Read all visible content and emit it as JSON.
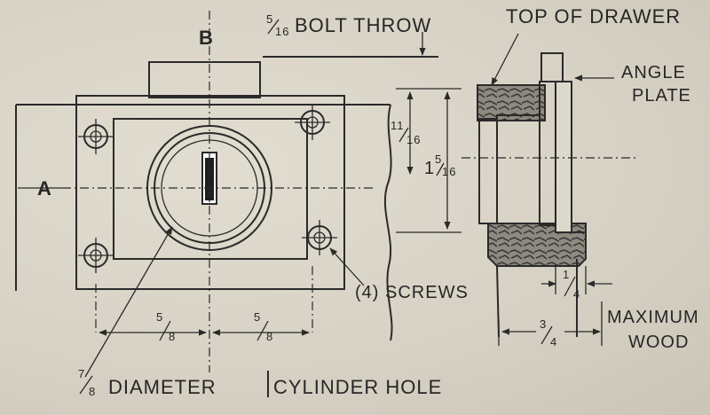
{
  "labels": {
    "bolt_throw": "BOLT THROW",
    "bolt_throw_frac": {
      "num": "5",
      "den": "16"
    },
    "top_of_drawer": "TOP OF DRAWER",
    "angle": "ANGLE",
    "plate": "PLATE",
    "b": "B",
    "a": "A",
    "dim_11_16": {
      "num": "11",
      "den": "16"
    },
    "dim_1_5_16": {
      "whole": "1",
      "num": "5",
      "den": "16"
    },
    "screws": "(4) SCREWS",
    "dim_5_8_left": {
      "num": "5",
      "den": "8"
    },
    "dim_5_8_right": {
      "num": "5",
      "den": "8"
    },
    "dim_1_4": {
      "num": "1",
      "den": "4"
    },
    "dim_3_4": {
      "num": "3",
      "den": "4"
    },
    "maximum": "MAXIMUM",
    "wood": "WOOD",
    "diameter_frac": {
      "num": "7",
      "den": "8"
    },
    "diameter": "DIAMETER",
    "cylinder_hole": "CYLINDER HOLE"
  }
}
